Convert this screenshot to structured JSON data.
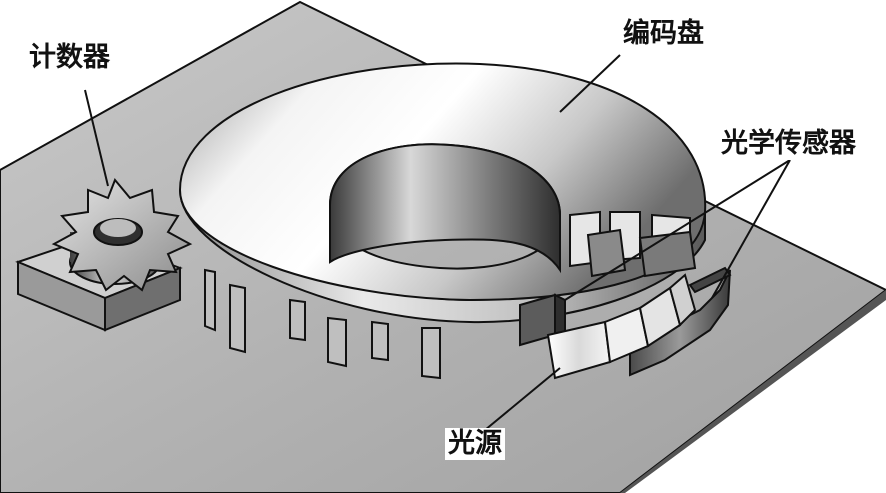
{
  "labels": {
    "counter": "计数器",
    "encoder_disc": "编码盘",
    "optical_sensor": "光学传感器",
    "light_source": "光源"
  }
}
